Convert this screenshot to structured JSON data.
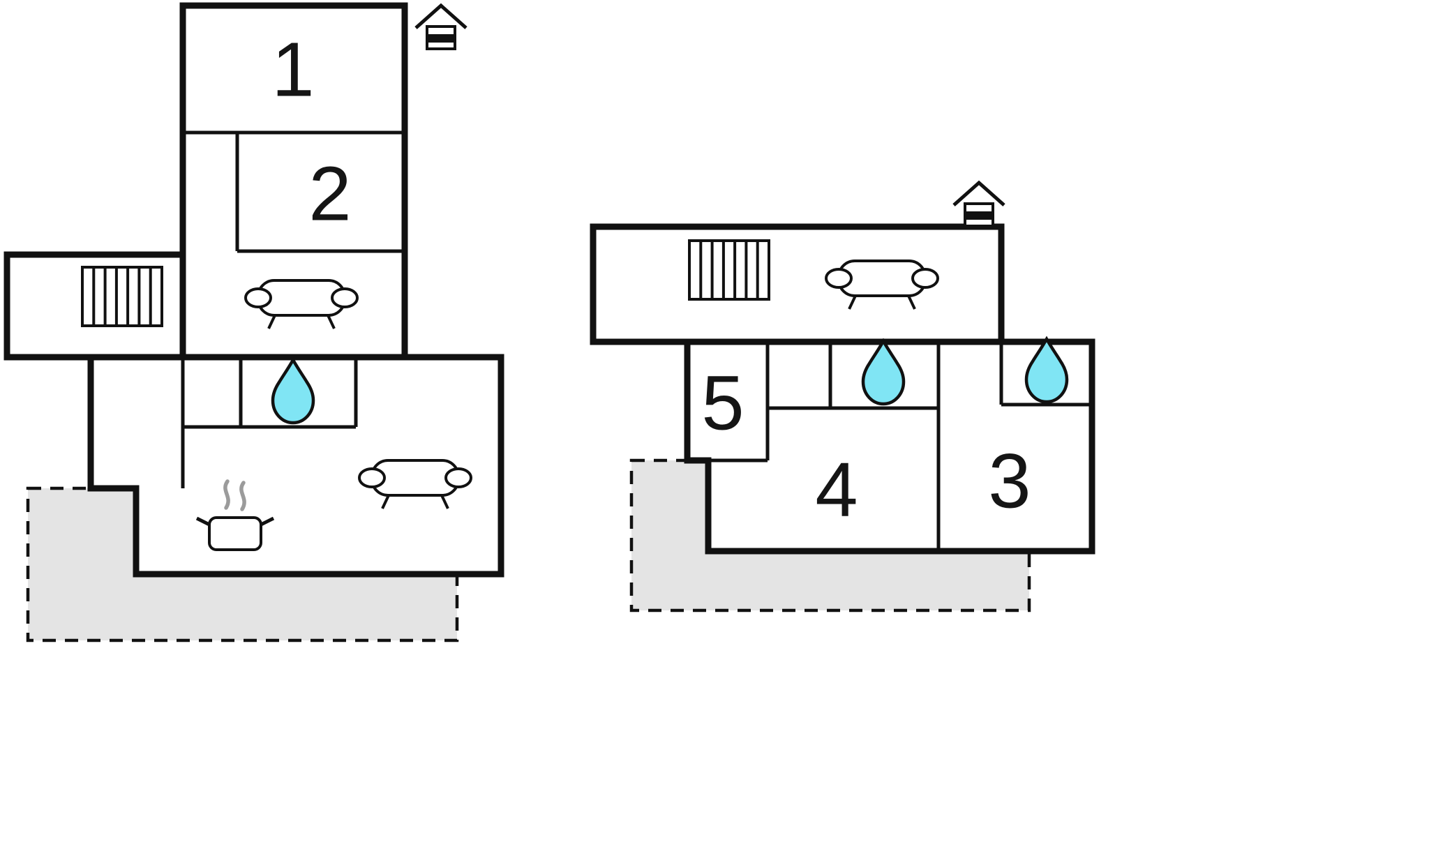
{
  "page": {
    "type": "floor-plan-diagram",
    "background": "#ffffff"
  },
  "colors": {
    "wall": "#111111",
    "water": "#80e5f4",
    "terrace_fill": "#e4e4e4",
    "steam": "#9b9b9b"
  },
  "floors": [
    {
      "name": "unit-left",
      "rooms": [
        {
          "id": "room-1",
          "label": "1"
        },
        {
          "id": "room-2",
          "label": "2"
        }
      ],
      "icons": [
        "entrance-house-icon",
        "stairs-icon",
        "sofa-icon",
        "water-drop-icon",
        "stove-pot-icon",
        "sofa-icon"
      ],
      "areas": [
        "terrace"
      ]
    },
    {
      "name": "unit-right",
      "rooms": [
        {
          "id": "room-5",
          "label": "5"
        },
        {
          "id": "room-4",
          "label": "4"
        },
        {
          "id": "room-3",
          "label": "3"
        }
      ],
      "icons": [
        "entrance-house-icon",
        "stairs-icon",
        "sofa-icon",
        "water-drop-icon",
        "water-drop-icon"
      ],
      "areas": [
        "terrace"
      ]
    }
  ]
}
